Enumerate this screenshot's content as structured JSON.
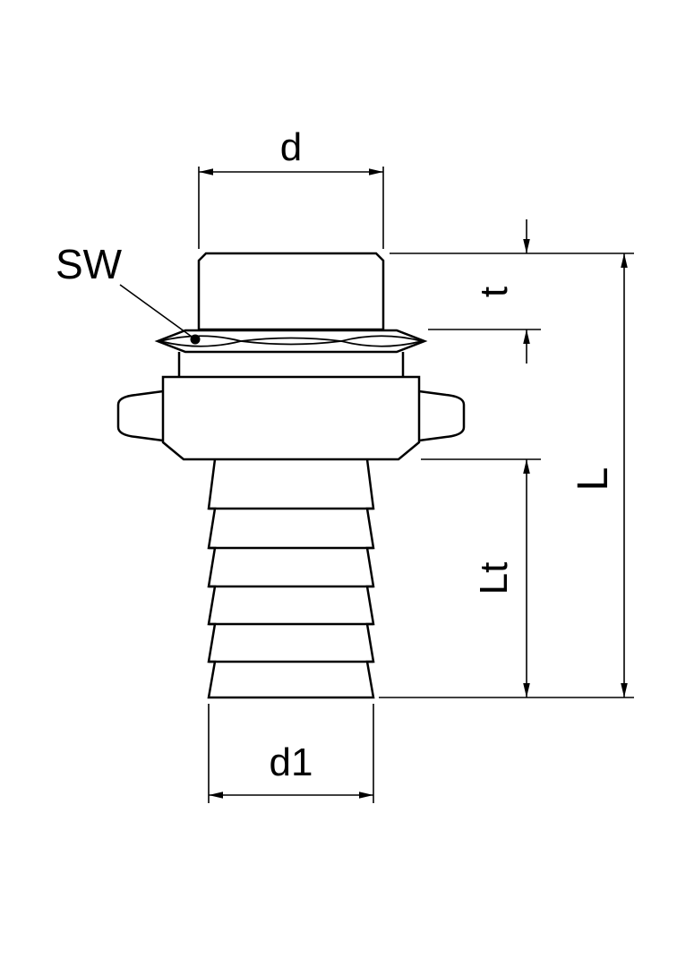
{
  "drawing": {
    "colors": {
      "line": "#000000",
      "background": "#ffffff"
    },
    "labels": {
      "d": "d",
      "sw": "SW",
      "t": "t",
      "lt": "Lt",
      "l": "L",
      "d1": "d1"
    }
  }
}
